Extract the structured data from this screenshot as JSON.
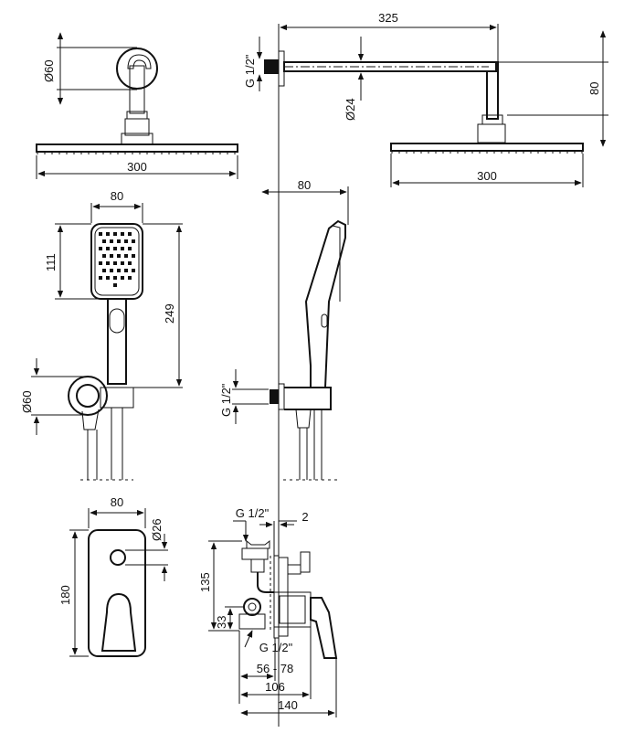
{
  "labels": {
    "head_top_diameter": "Ø60",
    "head_top_width": "300",
    "arm_length": "325",
    "arm_thread": "G 1/2\"",
    "arm_diameter": "Ø24",
    "arm_drop": "80",
    "head_side_width": "300",
    "handshower_width": "80",
    "handshower_head_height": "111",
    "handshower_total_height": "249",
    "holder_diameter": "Ø60",
    "side_depth": "80",
    "outlet_thread": "G 1/2\"",
    "plate_width": "80",
    "knob_diameter": "Ø26",
    "plate_height": "180",
    "inlet_thread_top": "G 1/2\"",
    "wall_gap": "2",
    "body_height": "135",
    "inlet_offset": "33",
    "inlet_thread_bottom": "G 1/2\"",
    "install_depth": "56 - 78",
    "body_depth": "106",
    "total_depth": "140"
  }
}
